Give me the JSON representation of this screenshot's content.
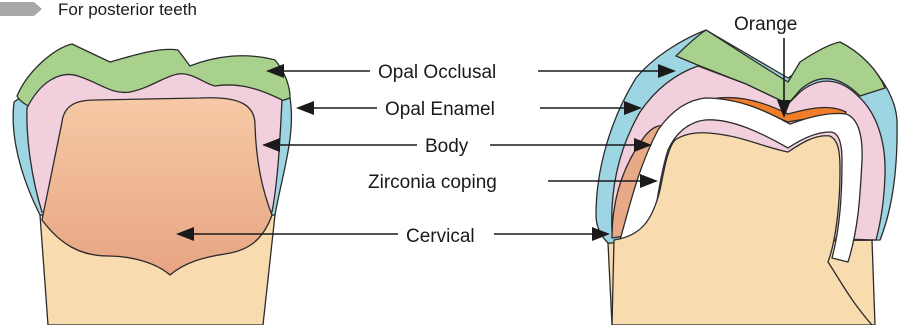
{
  "header": {
    "text": "For posterior teeth",
    "marker_color": "#a9a9a9"
  },
  "labels": {
    "orange": "Orange",
    "opal_occlusal": "Opal Occlusal",
    "opal_enamel": "Opal Enamel",
    "body": "Body",
    "zirconia_coping": "Zirconia coping",
    "cervical": "Cervical"
  },
  "colors": {
    "opal_occlusal": "#a9d18e",
    "opal_enamel": "#9dd5e2",
    "body": "#f1cfdc",
    "cervical": "#e8aa86",
    "root": "#f8dcb0",
    "orange": "#ef7d2a",
    "zirconia": "#ffffff"
  }
}
